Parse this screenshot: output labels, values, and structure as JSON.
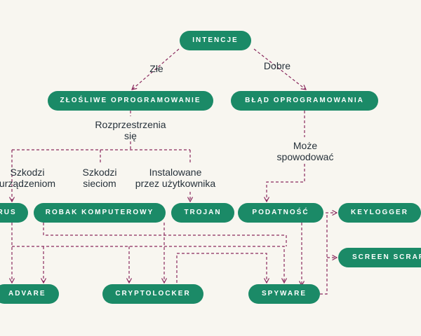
{
  "nodes": {
    "intencje": "INTENCJE",
    "zlosliwe": "ZŁOŚLIWE OPROGRAMOWANIE",
    "blad": "BŁĄD OPROGRAMOWANIA",
    "wirus": "WIRUS",
    "robak": "ROBAK KOMPUTEROWY",
    "trojan": "TROJAN",
    "podatnosc": "PODATNOŚĆ",
    "keylogger": "KEYLOGGER",
    "screen": "SCREEN SCRAPER",
    "advare": "ADVARE",
    "crypto": "CRYPTOLOCKER",
    "spyware": "SPYWARE"
  },
  "labels": {
    "zle": "Złe",
    "dobre": "Dobre",
    "rozprz_1": "Rozprzestrzenia",
    "rozprz_2": "się",
    "szkodzi_urz_1": "Szkodzi",
    "szkodzi_urz_2": "urządzeniom",
    "szkodzi_sie_1": "Szkodzi",
    "szkodzi_sie_2": "sieciom",
    "instal_1": "Instalowane",
    "instal_2": "przez użytkownika",
    "moze_1": "Może",
    "moze_2": "spowodować"
  },
  "colors": {
    "background": "#f8f6f0",
    "node_fill": "#1b8a67",
    "node_text": "#ffffff",
    "edge": "#8a2a5e",
    "label_text": "#26313a"
  }
}
